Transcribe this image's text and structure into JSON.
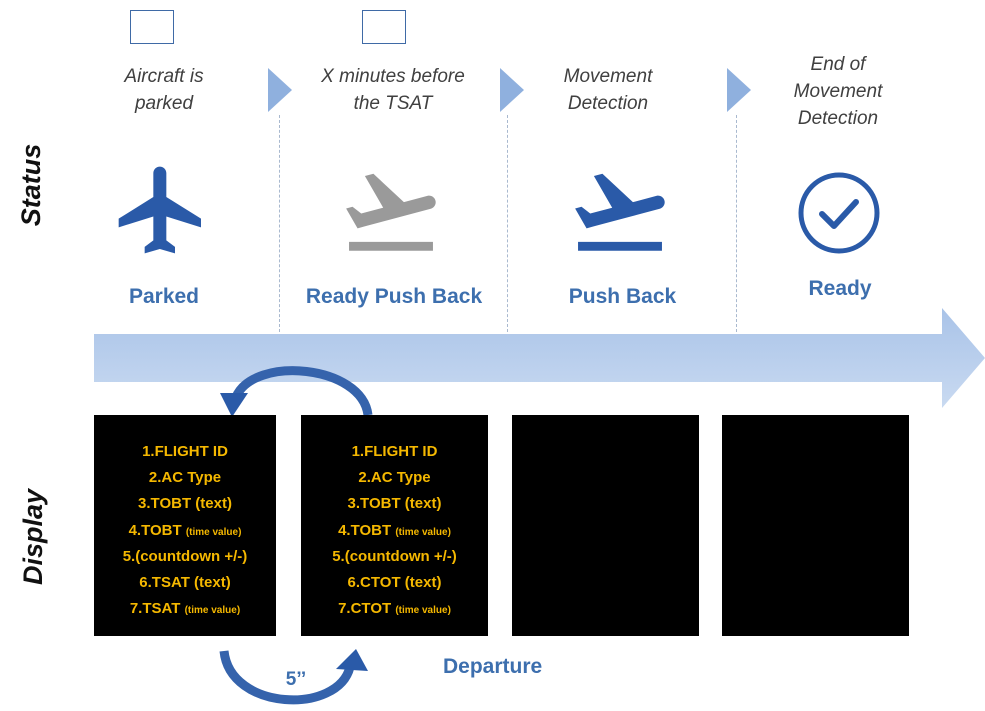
{
  "side_labels": {
    "status": "Status",
    "display": "Display"
  },
  "stages": [
    {
      "trigger_lines": [
        "Aircraft is",
        "parked"
      ],
      "label": "Parked",
      "icon": "airplane-icon",
      "has_checkbox": true
    },
    {
      "trigger_lines": [
        "X minutes before",
        "the TSAT"
      ],
      "label": "Ready Push Back",
      "icon": "takeoff-icon",
      "has_checkbox": true
    },
    {
      "trigger_lines": [
        "Movement",
        "Detection"
      ],
      "label": "Push Back",
      "icon": "takeoff-icon",
      "has_checkbox": false
    },
    {
      "trigger_lines": [
        "End of",
        "Movement",
        "Detection"
      ],
      "label": "Ready",
      "icon": "check-circle-icon",
      "has_checkbox": false
    }
  ],
  "displays": [
    {
      "lines": [
        {
          "main": "1.FLIGHT ID",
          "sub": ""
        },
        {
          "main": "2.AC Type",
          "sub": ""
        },
        {
          "main": "3.TOBT (text)",
          "sub": ""
        },
        {
          "main": "4.TOBT ",
          "sub": "(time value)"
        },
        {
          "main": "5.(countdown +/-)",
          "sub": ""
        },
        {
          "main": "6.TSAT (text)",
          "sub": ""
        },
        {
          "main": "7.TSAT ",
          "sub": "(time value)"
        }
      ]
    },
    {
      "lines": [
        {
          "main": "1.FLIGHT ID",
          "sub": ""
        },
        {
          "main": "2.AC Type",
          "sub": ""
        },
        {
          "main": "3.TOBT (text)",
          "sub": ""
        },
        {
          "main": "4.TOBT ",
          "sub": "(time value)"
        },
        {
          "main": "5.(countdown +/-)",
          "sub": ""
        },
        {
          "main": "6.CTOT (text)",
          "sub": ""
        },
        {
          "main": "7.CTOT ",
          "sub": "(time value)"
        }
      ]
    },
    {
      "lines": []
    },
    {
      "lines": []
    }
  ],
  "cycle_interval": "5’’",
  "bottom_caption": "Departure",
  "colors": {
    "primary_blue": "#2a5aa8",
    "label_blue": "#3d6fae",
    "inactive_gray": "#9a9a9a",
    "timeline_arrow": "#bcd0ec",
    "chevron": "#8fb0de",
    "display_text": "#f5b800"
  }
}
